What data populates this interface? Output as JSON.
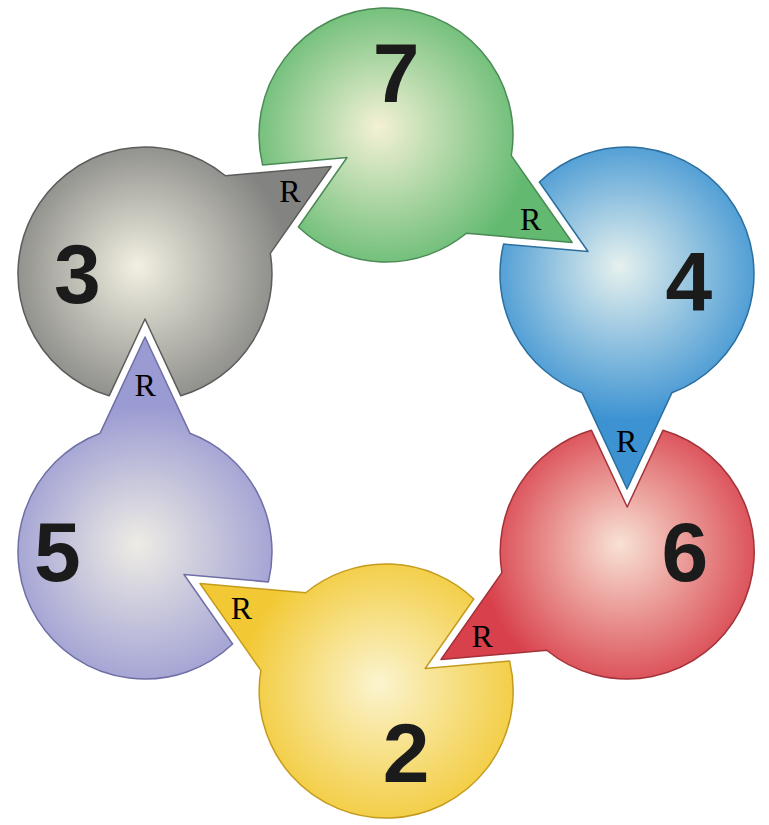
{
  "diagram": {
    "nodes": [
      {
        "text": [
          "7",
          "R"
        ]
      },
      {
        "text": [
          "4",
          "R"
        ]
      },
      {
        "text": [
          "6",
          "R"
        ]
      },
      {
        "text": [
          "2",
          "R"
        ]
      },
      {
        "text": [
          "5",
          "R"
        ]
      },
      {
        "text": [
          "3",
          "R"
        ]
      }
    ]
  }
}
